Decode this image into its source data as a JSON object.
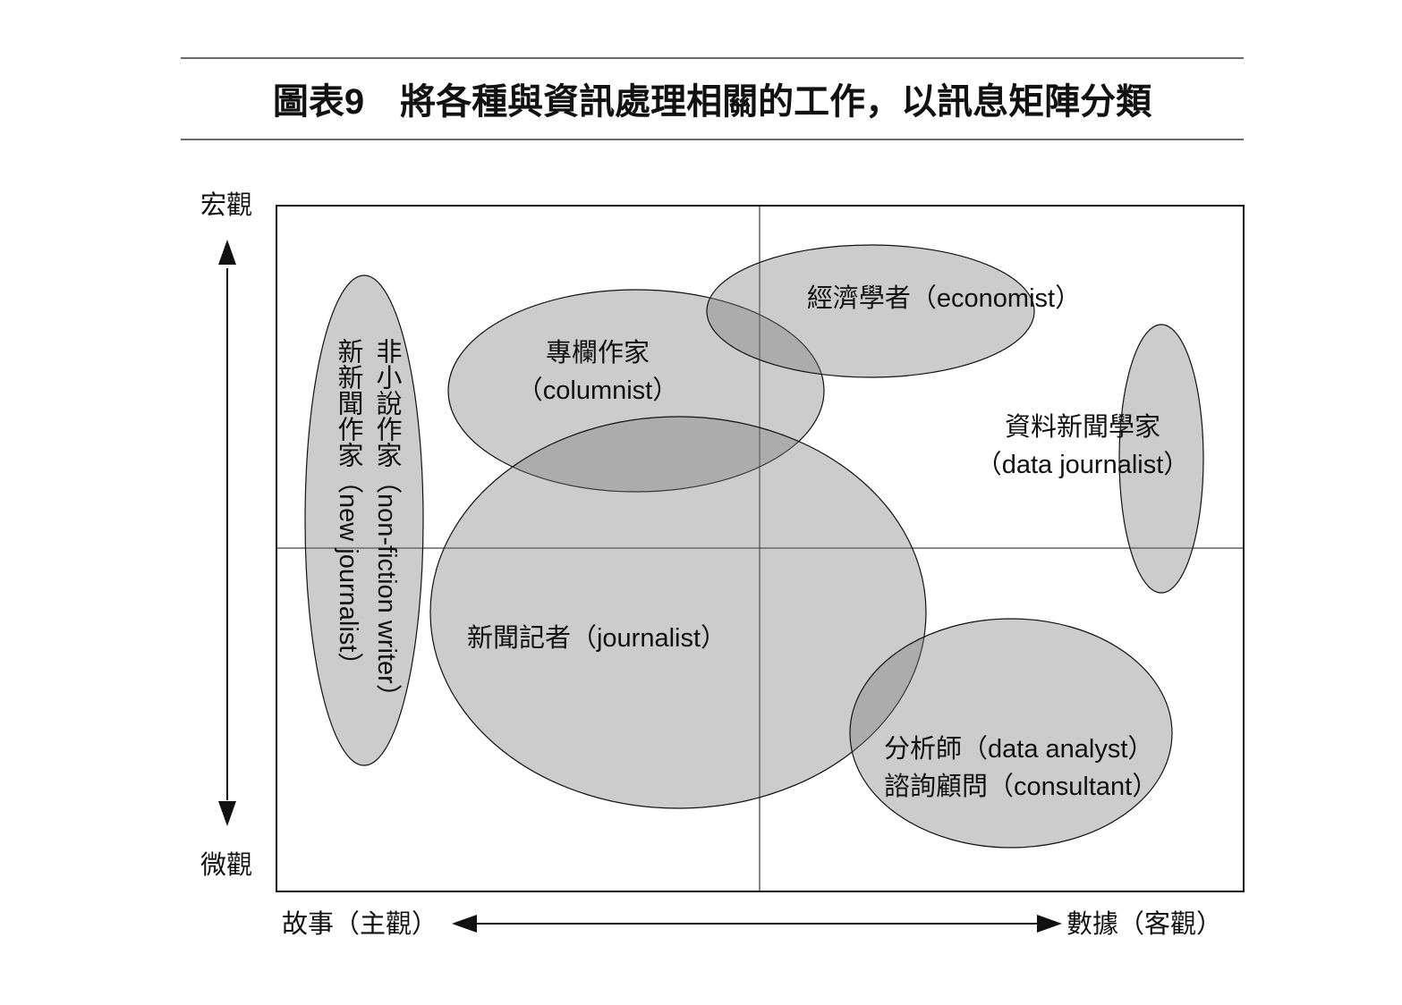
{
  "title": "圖表9　將各種與資訊處理相關的工作，以訊息矩陣分類",
  "axes": {
    "top": "宏觀",
    "bottom": "微觀",
    "left": "故事（主觀）",
    "right": "數據（客觀）"
  },
  "groups": {
    "nonfiction": {
      "line1": "非小說作家（non-fiction writer）"
    },
    "newjournalist": {
      "line1": "新新聞作家（new journalist）"
    },
    "columnist": {
      "line1": "專欄作家",
      "line2": "（columnist）"
    },
    "economist": {
      "line1": "經濟學者（economist）"
    },
    "datajournalist": {
      "line1": "資料新聞學家",
      "line2": "（data journalist）"
    },
    "journalist": {
      "line1": "新聞記者（journalist）"
    },
    "analyst": {
      "line1": "分析師（data analyst）",
      "line2": "諮詢顧問（consultant）"
    }
  },
  "colors": {
    "ellipse_fill": "#7a7a7a",
    "stroke": "#111111"
  }
}
